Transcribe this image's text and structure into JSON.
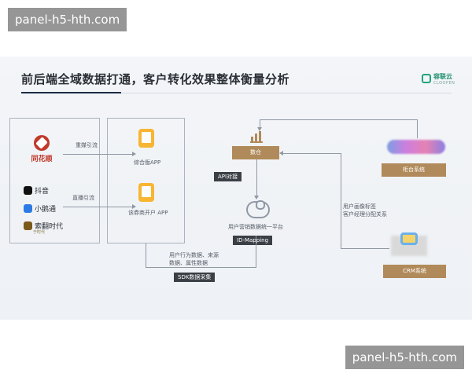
{
  "watermark": {
    "top_left": "panel-h5-hth.com",
    "bottom_right": "panel-h5-hth.com"
  },
  "slide": {
    "title": "前后端全域数据打通，客户转化效果整体衡量分析",
    "logo": {
      "name": "容联云",
      "sub": "CLOOPEN"
    }
  },
  "diagram": {
    "channels": {
      "main_app": "同花顺",
      "short_video": [
        {
          "name": "抖音",
          "icon": "douyin-icon"
        },
        {
          "name": "小鹅通",
          "icon": "xiaoetong-icon"
        },
        {
          "name": "索翻时代",
          "icon": "brand-icon"
        }
      ],
      "short_video_tag": "于时代"
    },
    "edges": {
      "top": "重媒引流",
      "middle": "直播引流",
      "api": "API对接",
      "sdk": "SDK数据采集",
      "behavior_line1": "用户行为数据、来源",
      "behavior_line2": "数据、属性数据",
      "crm_line1": "用户画像标签",
      "crm_line2": "客户经理分配关系"
    },
    "apps": {
      "general": "综合版APP",
      "broker": "该券商开户 APP"
    },
    "hub": {
      "title": "用户营销数据统一平台",
      "tag": "ID-Mapping"
    },
    "data_warehouse": "数仓",
    "systems": {
      "counter": "柜台系统",
      "crm": "CRM系统"
    }
  }
}
